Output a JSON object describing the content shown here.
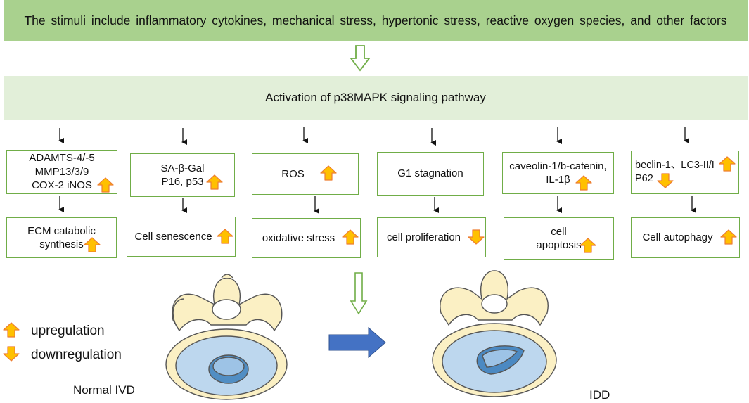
{
  "stimuli_text": "The stimuli include inflammatory cytokines, mechanical stress, hypertonic stress, reactive oxygen species, and other factors",
  "pathway_text": "Activation of p38MAPK signaling pathway",
  "columns": [
    {
      "upper": "ADAMTS-4/-5\nMMP13/3/9\nCOX-2  iNOS",
      "lower": "ECM catabolic\nsynthesis",
      "upper_arrows": [
        "up"
      ],
      "lower_arrow": "up"
    },
    {
      "upper": "SA-β-Gal\nP16, p53",
      "lower": "Cell senescence",
      "upper_arrows": [
        "up"
      ],
      "lower_arrow": "up"
    },
    {
      "upper": "ROS",
      "lower": "oxidative stress",
      "upper_arrows": [
        "up"
      ],
      "lower_arrow": "up"
    },
    {
      "upper": "G1 stagnation",
      "lower": "cell proliferation",
      "upper_arrows": [],
      "lower_arrow": "down"
    },
    {
      "upper": "caveolin-1/b-catenin,\nIL-1β",
      "lower": "cell\napoptosis",
      "upper_arrows": [
        "up"
      ],
      "lower_arrow": "up"
    },
    {
      "upper": "beclin-1、LC3-II/I\nP62",
      "lower": "Cell autophagy",
      "upper_arrows": [
        "up",
        "down"
      ],
      "lower_arrow": "up"
    }
  ],
  "legend": {
    "up_label": "upregulation",
    "down_label": "downregulation"
  },
  "normal_label": "Normal IVD",
  "idd_label": "IDD",
  "colors": {
    "top_banner": "#a9d18e",
    "mid_banner": "#e2efd9",
    "box_border": "#70ad47",
    "arrow_fill": "#ffc000",
    "arrow_stroke": "#ed7d31",
    "blue_arrow": "#4472c4",
    "bone": "#fbf0c4",
    "disc": "#bdd7ee"
  }
}
